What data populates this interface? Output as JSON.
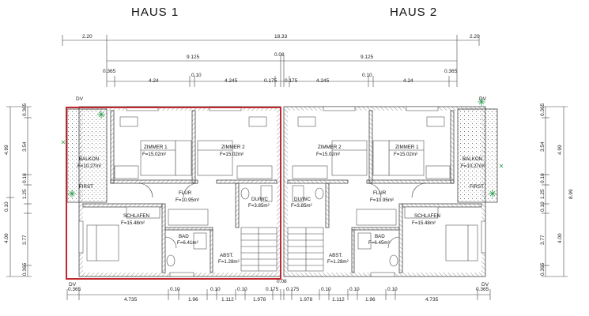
{
  "houses": [
    {
      "title": "HAUS 1"
    },
    {
      "title": "HAUS 2"
    }
  ],
  "dims": {
    "top_total": "18.33",
    "top_left": "2.20",
    "top_right": "2.20",
    "half_left": "9.125",
    "half_right": "9.125",
    "center_gap": "0.08",
    "r3": [
      "0.365",
      "4.24",
      "0.10",
      "4.245",
      "0.175",
      "0.175",
      "4.245",
      "0.10",
      "4.24",
      "0.365"
    ],
    "bottom": [
      "0.365",
      "4.735",
      "0.10",
      "1.96",
      "0.10",
      "1.112",
      "0.10",
      "1.978",
      "0.175",
      "0.175",
      "1.978",
      "0.10",
      "1.112",
      "0.10",
      "1.96",
      "0.10",
      "4.735",
      "0.365"
    ],
    "bottom_center": "0.08",
    "left_v": [
      "4.99",
      "0.365",
      "3.54",
      "0.10",
      "1.25",
      "0.10",
      "3.77",
      "4.00",
      "0.365"
    ],
    "right_v": [
      "0.365",
      "3.54",
      "0.10",
      "1.25",
      "0.10",
      "3.77",
      "4.00",
      "0.365",
      "4.99",
      "8.99"
    ],
    "dv": "DV"
  },
  "rooms_h1": [
    {
      "name": "ZIMMER 1",
      "area": "F=15.02m²"
    },
    {
      "name": "ZIMMER 2",
      "area": "F=15.02m²"
    },
    {
      "name": "BALKON",
      "area": "F=10.27m²"
    },
    {
      "name": "FIRST",
      "area": ""
    },
    {
      "name": "FLUR",
      "area": "F=10.95m²"
    },
    {
      "name": "DU/WC",
      "area": "F=3.85m²"
    },
    {
      "name": "SCHLAFEN",
      "area": "F=15.48m²"
    },
    {
      "name": "BAD",
      "area": "F=6.41m²"
    },
    {
      "name": "ABST.",
      "area": "F=1.28m²"
    }
  ],
  "rooms_h2": [
    {
      "name": "ZIMMER 2",
      "area": "F=15.02m²"
    },
    {
      "name": "ZIMMER 1",
      "area": "F=15.02m²"
    },
    {
      "name": "BALKON",
      "area": "F=10.27m²"
    },
    {
      "name": "FIRST",
      "area": ""
    },
    {
      "name": "FLUR",
      "area": "F=10.95m²"
    },
    {
      "name": "DU/WC",
      "area": "F=3.85m²"
    },
    {
      "name": "SCHLAFEN",
      "area": "F=15.48m²"
    },
    {
      "name": "BAD",
      "area": "F=6.45m²"
    },
    {
      "name": "ABST.",
      "area": "F=1.28m²"
    }
  ],
  "colors": {
    "highlight": "#c0282d",
    "wall": "#333333",
    "plant": "#2e9e4f"
  }
}
